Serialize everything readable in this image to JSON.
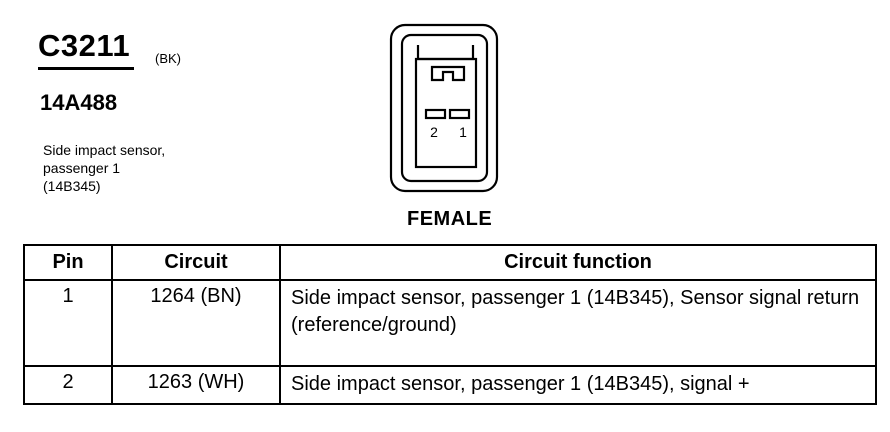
{
  "header": {
    "connector_id": "C3211",
    "color_code": "(BK)",
    "part_number": "14A488",
    "description_lines": [
      "Side impact sensor,",
      "passenger 1",
      "(14B345)"
    ]
  },
  "connector": {
    "gender": "FEMALE",
    "pin_labels": [
      "2",
      "1"
    ]
  },
  "table": {
    "headers": [
      "Pin",
      "Circuit",
      "Circuit function"
    ],
    "rows": [
      {
        "pin": "1",
        "circuit": "1264 (BN)",
        "function": "Side impact sensor, passenger 1 (14B345), Sensor signal return (reference/ground)"
      },
      {
        "pin": "2",
        "circuit": "1263 (WH)",
        "function": "Side impact sensor, passenger 1 (14B345), signal +"
      }
    ]
  }
}
